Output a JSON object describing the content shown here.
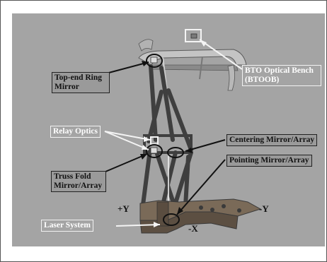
{
  "labels": {
    "top_end_ring_mirror": "Top-end Ring\nMirror",
    "bto_optical_bench": "BTO Optical Bench\n(BTOOB)",
    "relay_optics": "Relay Optics",
    "centering_mirror": "Centering Mirror/Array",
    "pointing_mirror": "Pointing Mirror/Array",
    "truss_fold_mirror": "Truss Fold\nMirror/Array",
    "laser_system": "Laser System"
  },
  "axes": {
    "plus_y": "+Y",
    "minus_y": "-Y",
    "minus_x": "-X"
  }
}
